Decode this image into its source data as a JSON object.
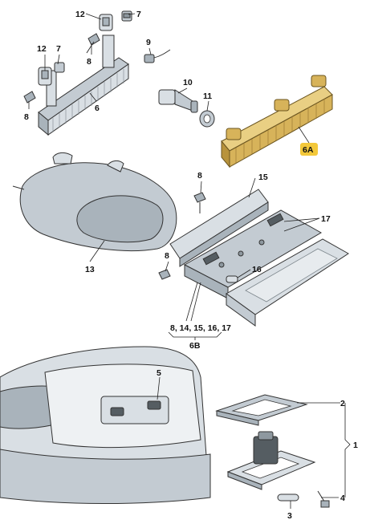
{
  "colors": {
    "highlight_part": "#d7b35a",
    "highlight_badge": "#f3c83a",
    "part_light": "#d9dfe4",
    "part_mid": "#c3cbd2",
    "part_dark": "#8e989f",
    "line": "#222222"
  },
  "labels": {
    "l12a": "12",
    "l7a": "7",
    "l12b": "12",
    "l7b": "7",
    "l8a": "8",
    "l8b": "8",
    "l9": "9",
    "l6": "6",
    "l10": "10",
    "l11": "11",
    "l6a": "6A",
    "l13": "13",
    "l8c": "8",
    "l15": "15",
    "l17": "17",
    "l8d": "8",
    "l16": "16",
    "l6b_list": "8, 14, 15, 16, 17",
    "l6b": "6B",
    "l5": "5",
    "l2": "2",
    "l1": "1",
    "l4": "4",
    "l3": "3"
  }
}
